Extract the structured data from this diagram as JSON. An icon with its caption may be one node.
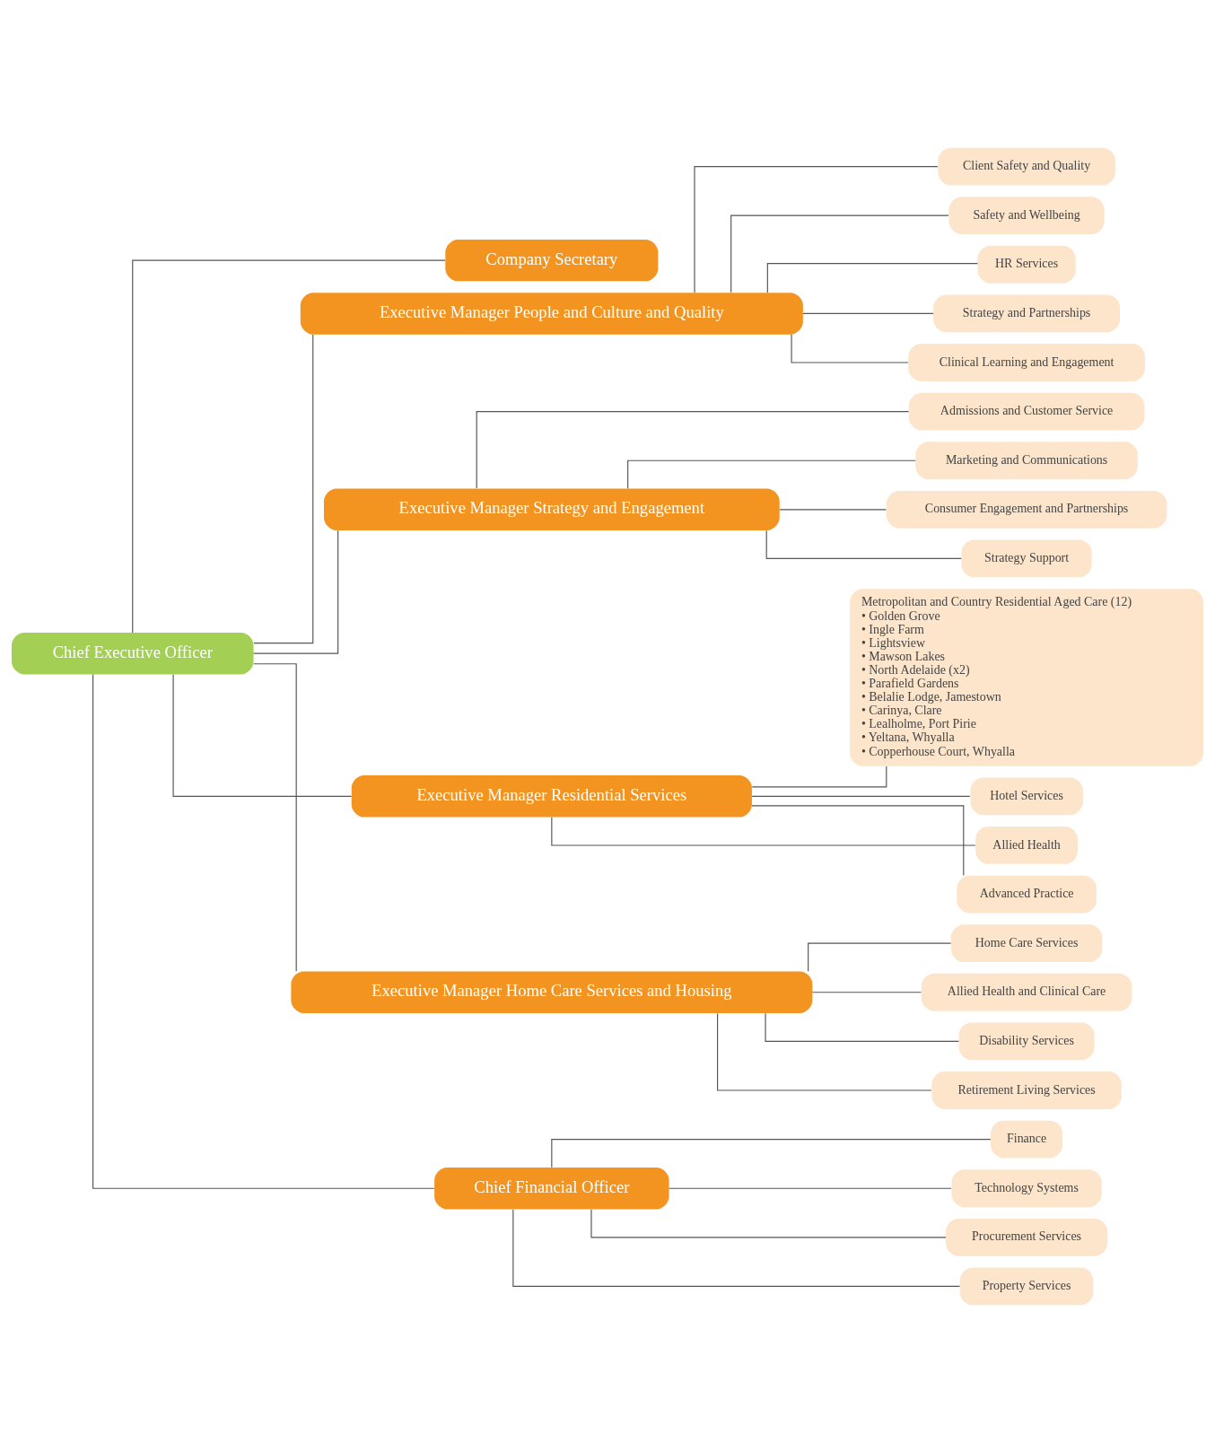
{
  "diagram": {
    "nodes": [
      {
        "text": [
          "Chief Executive Officer"
        ]
      },
      {
        "text": [
          "Company Secretary"
        ]
      },
      {
        "text": [
          "Executive Manager People and Culture and Quality"
        ]
      },
      {
        "text": [
          "Client Safety and Quality"
        ]
      },
      {
        "text": [
          "Safety and Wellbeing"
        ]
      },
      {
        "text": [
          "HR Services"
        ]
      },
      {
        "text": [
          "Strategy and Partnerships"
        ]
      },
      {
        "text": [
          "Clinical Learning and Engagement"
        ]
      },
      {
        "text": [
          "Executive Manager Strategy and Engagement"
        ]
      },
      {
        "text": [
          "Admissions and Customer Service"
        ]
      },
      {
        "text": [
          "Marketing and Communications"
        ]
      },
      {
        "text": [
          "Consumer Engagement and Partnerships"
        ]
      },
      {
        "text": [
          "Strategy Support"
        ]
      },
      {
        "text": [
          "Executive Manager Residential Services"
        ]
      },
      {
        "text": [
          "Metropolitan and Country Residential Aged Care (12)",
          "• Golden Grove",
          "• Ingle Farm",
          "• Lightsview",
          "• Mawson Lakes",
          "• North Adelaide (x2)",
          "• Parafield Gardens",
          "• Belalie Lodge, Jamestown",
          "• Carinya, Clare",
          "• Lealholme, Port Pirie",
          "• Yeltana, Whyalla",
          "• Copperhouse Court, Whyalla"
        ]
      },
      {
        "text": [
          "Hotel Services"
        ]
      },
      {
        "text": [
          "Allied Health"
        ]
      },
      {
        "text": [
          "Advanced Practice"
        ]
      },
      {
        "text": [
          "Executive Manager Home Care Services and Housing"
        ]
      },
      {
        "text": [
          "Home Care Services"
        ]
      },
      {
        "text": [
          "Allied Health and Clinical Care"
        ]
      },
      {
        "text": [
          "Disability Services"
        ]
      },
      {
        "text": [
          "Retirement Living Services"
        ]
      },
      {
        "text": [
          "Chief Financial Officer"
        ]
      },
      {
        "text": [
          "Finance"
        ]
      },
      {
        "text": [
          "Technology Systems"
        ]
      },
      {
        "text": [
          "Procurement Services"
        ]
      },
      {
        "text": [
          "Property Services"
        ]
      }
    ],
    "edges": [
      {
        "from": 0,
        "to": 1,
        "arrow": "none"
      },
      {
        "from": 0,
        "to": 2,
        "arrow": "none"
      },
      {
        "from": 0,
        "to": 8,
        "arrow": "none"
      },
      {
        "from": 0,
        "to": 13,
        "arrow": "none"
      },
      {
        "from": 0,
        "to": 18,
        "arrow": "none"
      },
      {
        "from": 0,
        "to": 23,
        "arrow": "none"
      },
      {
        "from": 2,
        "to": 3,
        "arrow": "none"
      },
      {
        "from": 2,
        "to": 4,
        "arrow": "none"
      },
      {
        "from": 2,
        "to": 5,
        "arrow": "none"
      },
      {
        "from": 2,
        "to": 6,
        "arrow": "none"
      },
      {
        "from": 2,
        "to": 7,
        "arrow": "none"
      },
      {
        "from": 8,
        "to": 9,
        "arrow": "none"
      },
      {
        "from": 8,
        "to": 10,
        "arrow": "none"
      },
      {
        "from": 8,
        "to": 11,
        "arrow": "none"
      },
      {
        "from": 8,
        "to": 12,
        "arrow": "none"
      },
      {
        "from": 13,
        "to": 14,
        "arrow": "none"
      },
      {
        "from": 13,
        "to": 15,
        "arrow": "none"
      },
      {
        "from": 13,
        "to": 16,
        "arrow": "none"
      },
      {
        "from": 13,
        "to": 17,
        "arrow": "none"
      },
      {
        "from": 18,
        "to": 19,
        "arrow": "none"
      },
      {
        "from": 18,
        "to": 20,
        "arrow": "none"
      },
      {
        "from": 18,
        "to": 21,
        "arrow": "none"
      },
      {
        "from": 18,
        "to": 22,
        "arrow": "none"
      },
      {
        "from": 23,
        "to": 24,
        "arrow": "none"
      },
      {
        "from": 23,
        "to": 25,
        "arrow": "none"
      },
      {
        "from": 23,
        "to": 26,
        "arrow": "none"
      },
      {
        "from": 23,
        "to": 27,
        "arrow": "none"
      }
    ]
  }
}
